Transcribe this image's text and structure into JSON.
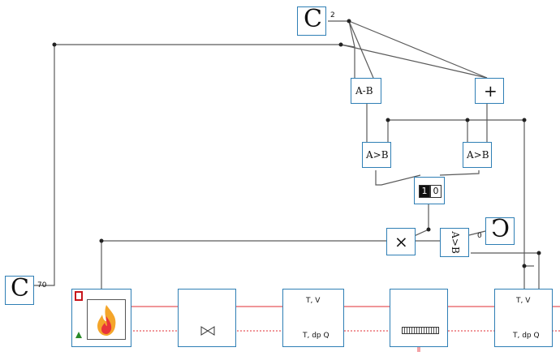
{
  "constants": [
    {
      "id": "c_top",
      "symbol": "C",
      "value": "2"
    },
    {
      "id": "c_left",
      "symbol": "C",
      "value": "70"
    },
    {
      "id": "c_right",
      "symbol": "C",
      "value": "0"
    }
  ],
  "blocks": {
    "sub": "A-B",
    "add": "+",
    "cmp_left": "A>B",
    "cmp_right": "A>B",
    "cmp_rot": "A>B",
    "mult": "×",
    "switch_on": "1",
    "switch_off": "0"
  },
  "pipe_blocks": {
    "sensor1_top": "T, V",
    "sensor1_bottom": "T, dp  Q",
    "sensor2_top": "T, V",
    "sensor2_bottom": "T, dp  Q"
  },
  "colors": {
    "block_border": "#2f7fb5",
    "wire": "#444444",
    "flow_line": "#e8585c",
    "flow_arrow": "#f4a3a6",
    "neutral_arrow": "#cfcfcf"
  }
}
